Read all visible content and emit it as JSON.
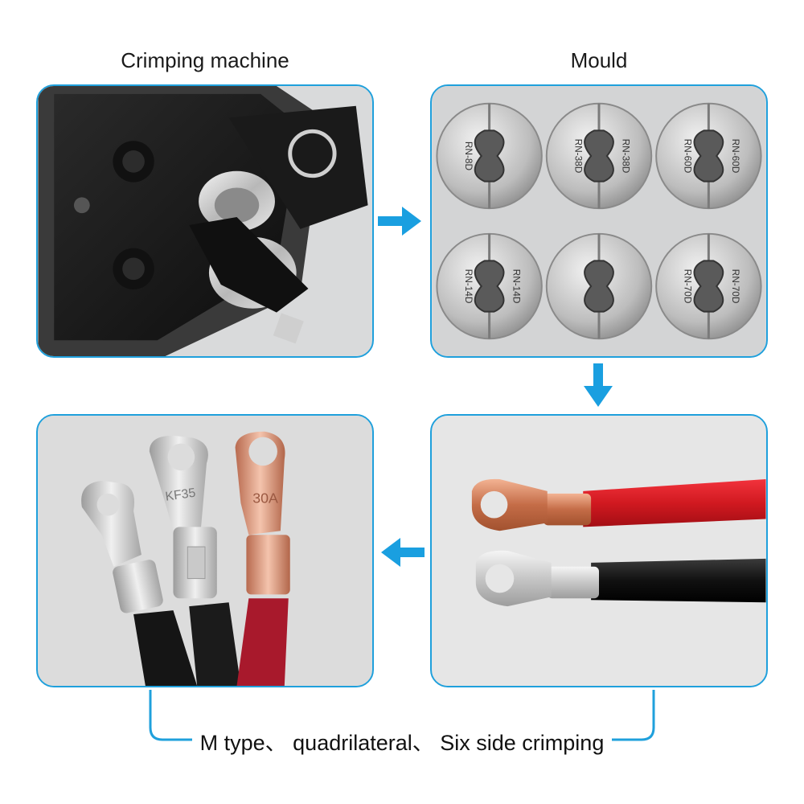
{
  "labels": {
    "crimping_machine": "Crimping machine",
    "mould": "Mould"
  },
  "caption": "M type、 quadrilateral、 Six side crimping",
  "moulds": [
    {
      "left": "RN-8D",
      "right": ""
    },
    {
      "left": "RN-38D",
      "right": "RN-38D"
    },
    {
      "left": "RN-60D",
      "right": "RN-60D"
    },
    {
      "left": "RN-14D",
      "right": "RN-14D"
    },
    {
      "left": "",
      "right": ""
    },
    {
      "left": "RN-70D",
      "right": "RN-70D"
    }
  ],
  "terminal_marks": {
    "left": "KF35",
    "right": "30A"
  },
  "colors": {
    "accent": "#1fa0dc",
    "arrow": "#1a9fe0",
    "panel_bg": "#e2e3e4"
  },
  "icons": {
    "arrow_right": "arrow-right-icon",
    "arrow_down": "arrow-down-icon",
    "arrow_left": "arrow-left-icon"
  }
}
